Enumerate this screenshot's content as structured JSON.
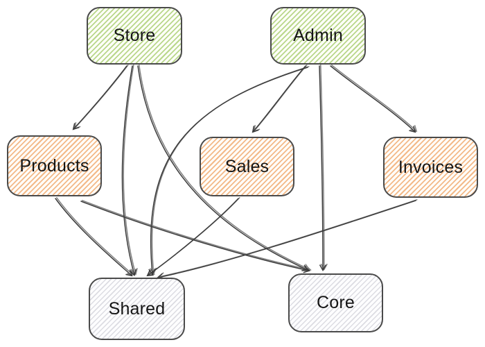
{
  "diagram": {
    "type": "dependency-graph",
    "background": "#ffffff",
    "nodes": [
      {
        "id": "store",
        "label": "Store",
        "group": "app"
      },
      {
        "id": "admin",
        "label": "Admin",
        "group": "app"
      },
      {
        "id": "products",
        "label": "Products",
        "group": "domain"
      },
      {
        "id": "sales",
        "label": "Sales",
        "group": "domain"
      },
      {
        "id": "invoices",
        "label": "Invoices",
        "group": "domain"
      },
      {
        "id": "shared",
        "label": "Shared",
        "group": "lib"
      },
      {
        "id": "core",
        "label": "Core",
        "group": "lib"
      }
    ],
    "edges": [
      {
        "from": "Store",
        "to": "Products"
      },
      {
        "from": "Store",
        "to": "Shared"
      },
      {
        "from": "Store",
        "to": "Core"
      },
      {
        "from": "Admin",
        "to": "Sales"
      },
      {
        "from": "Admin",
        "to": "Invoices"
      },
      {
        "from": "Admin",
        "to": "Shared"
      },
      {
        "from": "Admin",
        "to": "Core"
      },
      {
        "from": "Products",
        "to": "Shared"
      },
      {
        "from": "Products",
        "to": "Core"
      },
      {
        "from": "Sales",
        "to": "Shared"
      },
      {
        "from": "Invoices",
        "to": "Shared"
      }
    ],
    "colors": {
      "green_stripe": "#b9d78b",
      "orange_stripe": "#f3b988",
      "gray_stripe": "#dcdce2",
      "node_border": "#4a4a4a",
      "arrow": "#3c3c3c",
      "text": "#151515"
    }
  }
}
